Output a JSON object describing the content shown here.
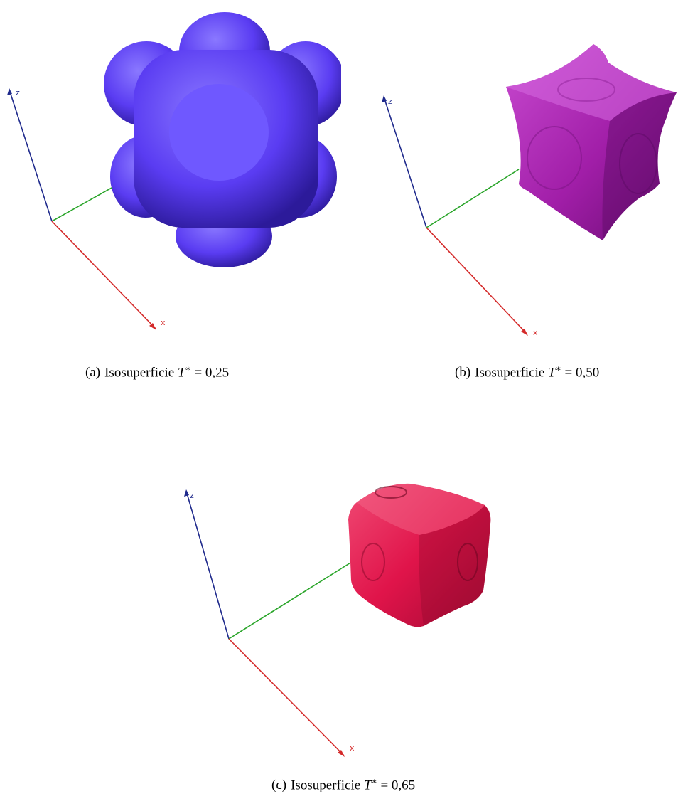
{
  "panels": [
    {
      "tag": "(a)",
      "text": "Isosuperficie",
      "symbol": "T",
      "sup": "∗",
      "eq": "= 0,25",
      "axis_z": "z",
      "axis_x": "x",
      "color": "#5a3cf2"
    },
    {
      "tag": "(b)",
      "text": "Isosuperficie",
      "symbol": "T",
      "sup": "∗",
      "eq": "= 0,50",
      "axis_z": "z",
      "axis_x": "x",
      "color": "#a11ea8"
    },
    {
      "tag": "(c)",
      "text": "Isosuperficie",
      "symbol": "T",
      "sup": "∗",
      "eq": "= 0,65",
      "axis_z": "z",
      "axis_x": "x",
      "color": "#e0144a"
    }
  ],
  "axis_colors": {
    "z": "#1f2a8c",
    "y": "#2aa52a",
    "x": "#d42a2a"
  }
}
